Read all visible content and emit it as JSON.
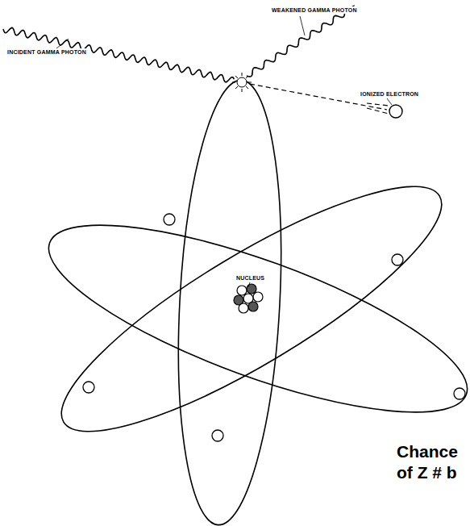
{
  "diagram": {
    "labels": [
      "WEAKENED GAMMA PHOTON",
      "INCIDENT GAMMA PHOTON",
      "IONIZED ELECTRON",
      "NUCLEUS",
      "Chance",
      "of Z # b"
    ]
  }
}
